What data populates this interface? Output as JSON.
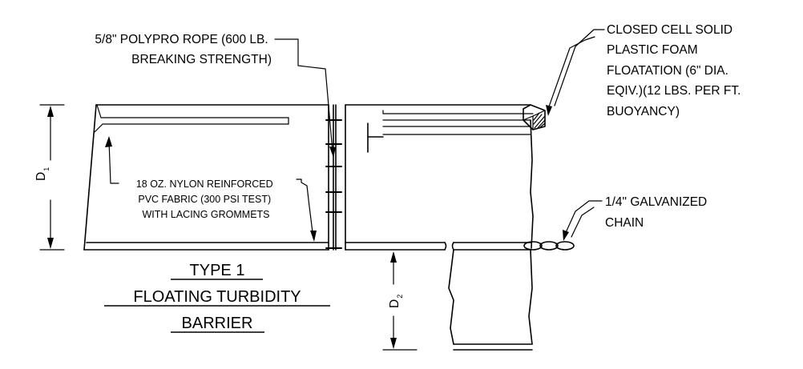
{
  "labels": {
    "rope": [
      "5/8\" POLYPRO ROPE (600 LB.",
      "BREAKING STRENGTH)"
    ],
    "foam": [
      "CLOSED CELL SOLID",
      "PLASTIC FOAM",
      "FLOATATION (6\" DIA.",
      "EQIV.)(12 LBS. PER FT.",
      "BUOYANCY)"
    ],
    "fabric": [
      "18 OZ. NYLON REINFORCED",
      "PVC FABRIC (300 PSI TEST)",
      "WITH LACING GROMMETS"
    ],
    "chain": [
      "1/4\" GALVANIZED",
      "CHAIN"
    ],
    "d1": {
      "main": "D",
      "sub": "1"
    },
    "d2": {
      "main": "D",
      "sub": "2"
    }
  },
  "title": [
    "TYPE 1",
    "FLOATING TURBIDITY",
    "BARRIER"
  ]
}
